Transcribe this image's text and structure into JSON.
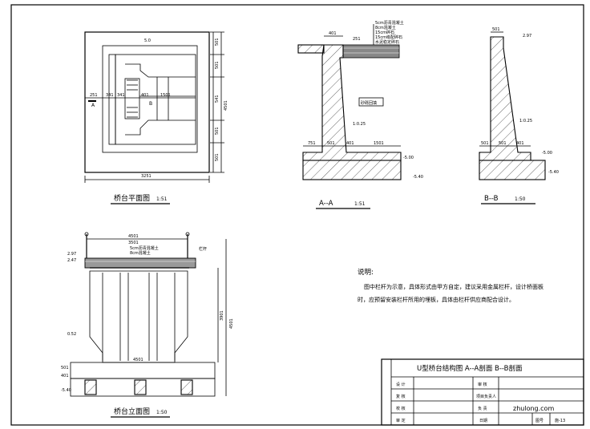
{
  "plan": {
    "title": "桥台平面图",
    "scale": "1:51",
    "dims_right": [
      "501",
      "501",
      "541",
      "501",
      "501"
    ],
    "dim_total_right": "4501",
    "dim_bottom": "3251",
    "dims_middle": [
      "251",
      "341",
      "341",
      "401",
      "1501"
    ],
    "label_top": "5.0",
    "section_a": "A",
    "section_b": "B"
  },
  "section_aa": {
    "title": "A--A",
    "scale": "1:51",
    "dims_top": [
      "401",
      "251"
    ],
    "layers": [
      "5cm沥青混凝土",
      "8cm混凝土",
      "15cm碎石",
      "15cm级配碎石",
      "水泥稳定碎石"
    ],
    "fill_label": "砂砾回填",
    "slope": "1:0.25",
    "dims_base": [
      "751",
      "501",
      "401",
      "1501"
    ],
    "elev_base": "-5.00",
    "elev_bottom": "-5.40"
  },
  "section_bb": {
    "title": "B--B",
    "scale": "1:50",
    "dim_top": "501",
    "elev_top": "2.97",
    "slope": "1:0.25",
    "dims_base": [
      "501",
      "501",
      "401"
    ],
    "elev_base": "-5.00",
    "elev_bottom": "-5.40"
  },
  "elevation": {
    "title": "桥台立面图",
    "scale": "1:50",
    "dim_top": "4501",
    "dim_sub": "3501",
    "layer_labels": [
      "5cm沥青混凝土",
      "8cm混凝土"
    ],
    "rail_label": "栏杆",
    "elev_top": "2.97",
    "elev_mid": "2.47",
    "elev_side": "0.52",
    "dim_inner": "4501",
    "dims_right": [
      "3901",
      "4501"
    ],
    "dims_left": [
      "501",
      "401"
    ],
    "elev_bottom": "-5.40"
  },
  "notes": {
    "heading": "说明:",
    "lines": [
      "图中栏杆为示意，具体形式由甲方自定，建议采用金属栏杆，设计桥面板",
      "时，应预留安装栏杆所用的埋板，具体由栏杆供应商配合设计。"
    ]
  },
  "title_block": {
    "drawing_title": "U型桥台结构图  A--A剖面  B--B剖面",
    "rows": [
      [
        "设 计",
        "",
        "审 核",
        ""
      ],
      [
        "复 核",
        "",
        "项目负责人",
        ""
      ],
      [
        "校 核",
        "",
        "负 责",
        ""
      ],
      [
        "审 定",
        "",
        "日期",
        "",
        "图号",
        "施-13"
      ]
    ],
    "watermark": "zhulong.com"
  }
}
